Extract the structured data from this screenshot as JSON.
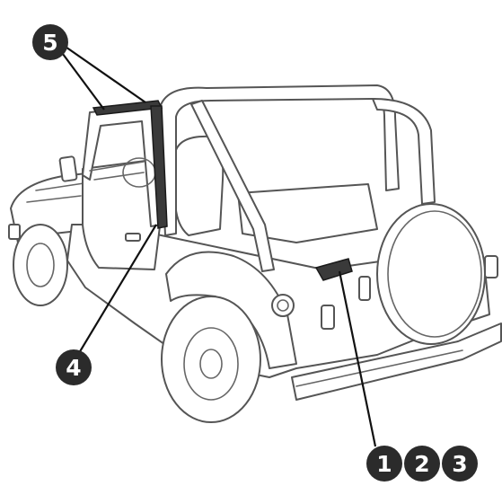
{
  "callouts": [
    {
      "id": "c1",
      "label": "1"
    },
    {
      "id": "c2",
      "label": "2"
    },
    {
      "id": "c3",
      "label": "3"
    },
    {
      "id": "c4",
      "label": "4"
    },
    {
      "id": "c5",
      "label": "5"
    }
  ],
  "colors": {
    "outline": "#555555",
    "highlight_part": "#3a3a3a",
    "callout_fill": "#2b2b2b",
    "callout_text": "#ffffff",
    "background": "#ffffff"
  }
}
